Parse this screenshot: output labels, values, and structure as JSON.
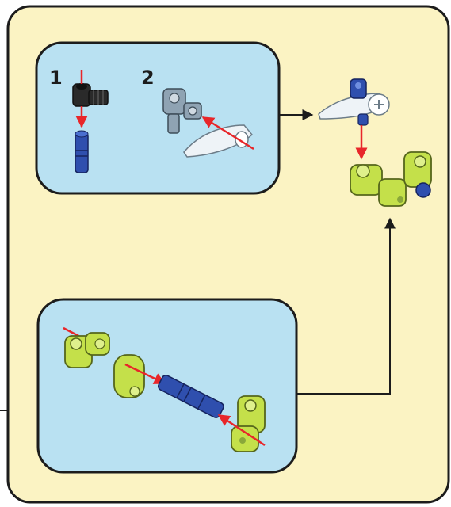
{
  "colors": {
    "page_background": "#fbf3c3",
    "sub_panel": "#b9e1f2",
    "outline": "#1c1c1c",
    "arrow_red": "#e8262a",
    "lime_part": "#c4e04a",
    "blue_part": "#2f4fae",
    "black_part": "#2a2a2a",
    "gray_part": "#8fa3b3",
    "clear_part": "#eef3f7"
  },
  "sub_step_1": {
    "number": "1",
    "parts": [
      "black-angle-connector",
      "blue-axle-pin"
    ]
  },
  "sub_step_2": {
    "number": "2",
    "parts": [
      "gray-angle-connector",
      "clear-blade-piece"
    ]
  },
  "sub_assembly_b": {
    "parts": [
      "lime-angle-connector",
      "lime-cam-piece",
      "blue-axle-pin",
      "lime-angle-connector"
    ]
  },
  "main_step": {
    "parts": [
      "assembled-blade-connector",
      "lime-joint-assembly"
    ]
  }
}
